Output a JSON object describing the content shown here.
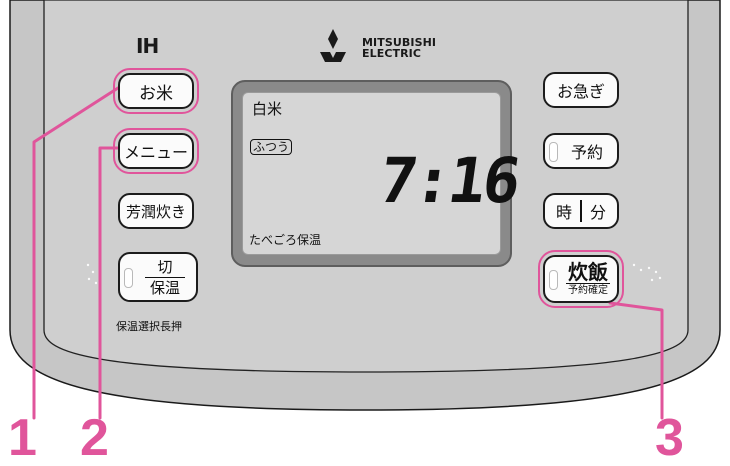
{
  "brand": {
    "ih_logo": "IH",
    "maker_line1": "MITSUBISHI",
    "maker_line2": "ELECTRIC"
  },
  "buttons": {
    "okome": "お米",
    "menu": "メニュー",
    "hojun": "芳潤炊き",
    "kiri_top": "切",
    "kiri_bottom": "保温",
    "isogi": "お急ぎ",
    "yoyaku": "予約",
    "ji": "時",
    "fun": "分",
    "suihan_top": "炊飯",
    "suihan_bottom": "予約確定"
  },
  "captions": {
    "keep_warm_hold": "保温選択長押"
  },
  "display": {
    "rice_type": "白米",
    "cook_mode": "ふつう",
    "time": "7:16",
    "keep_warm_note": "たべごろ保温"
  },
  "callouts": {
    "one": "1",
    "two": "2",
    "three": "3"
  },
  "colors": {
    "panel": "#c8c8c8",
    "callout": "#e0559b",
    "lcd": "#d6d6d6"
  }
}
